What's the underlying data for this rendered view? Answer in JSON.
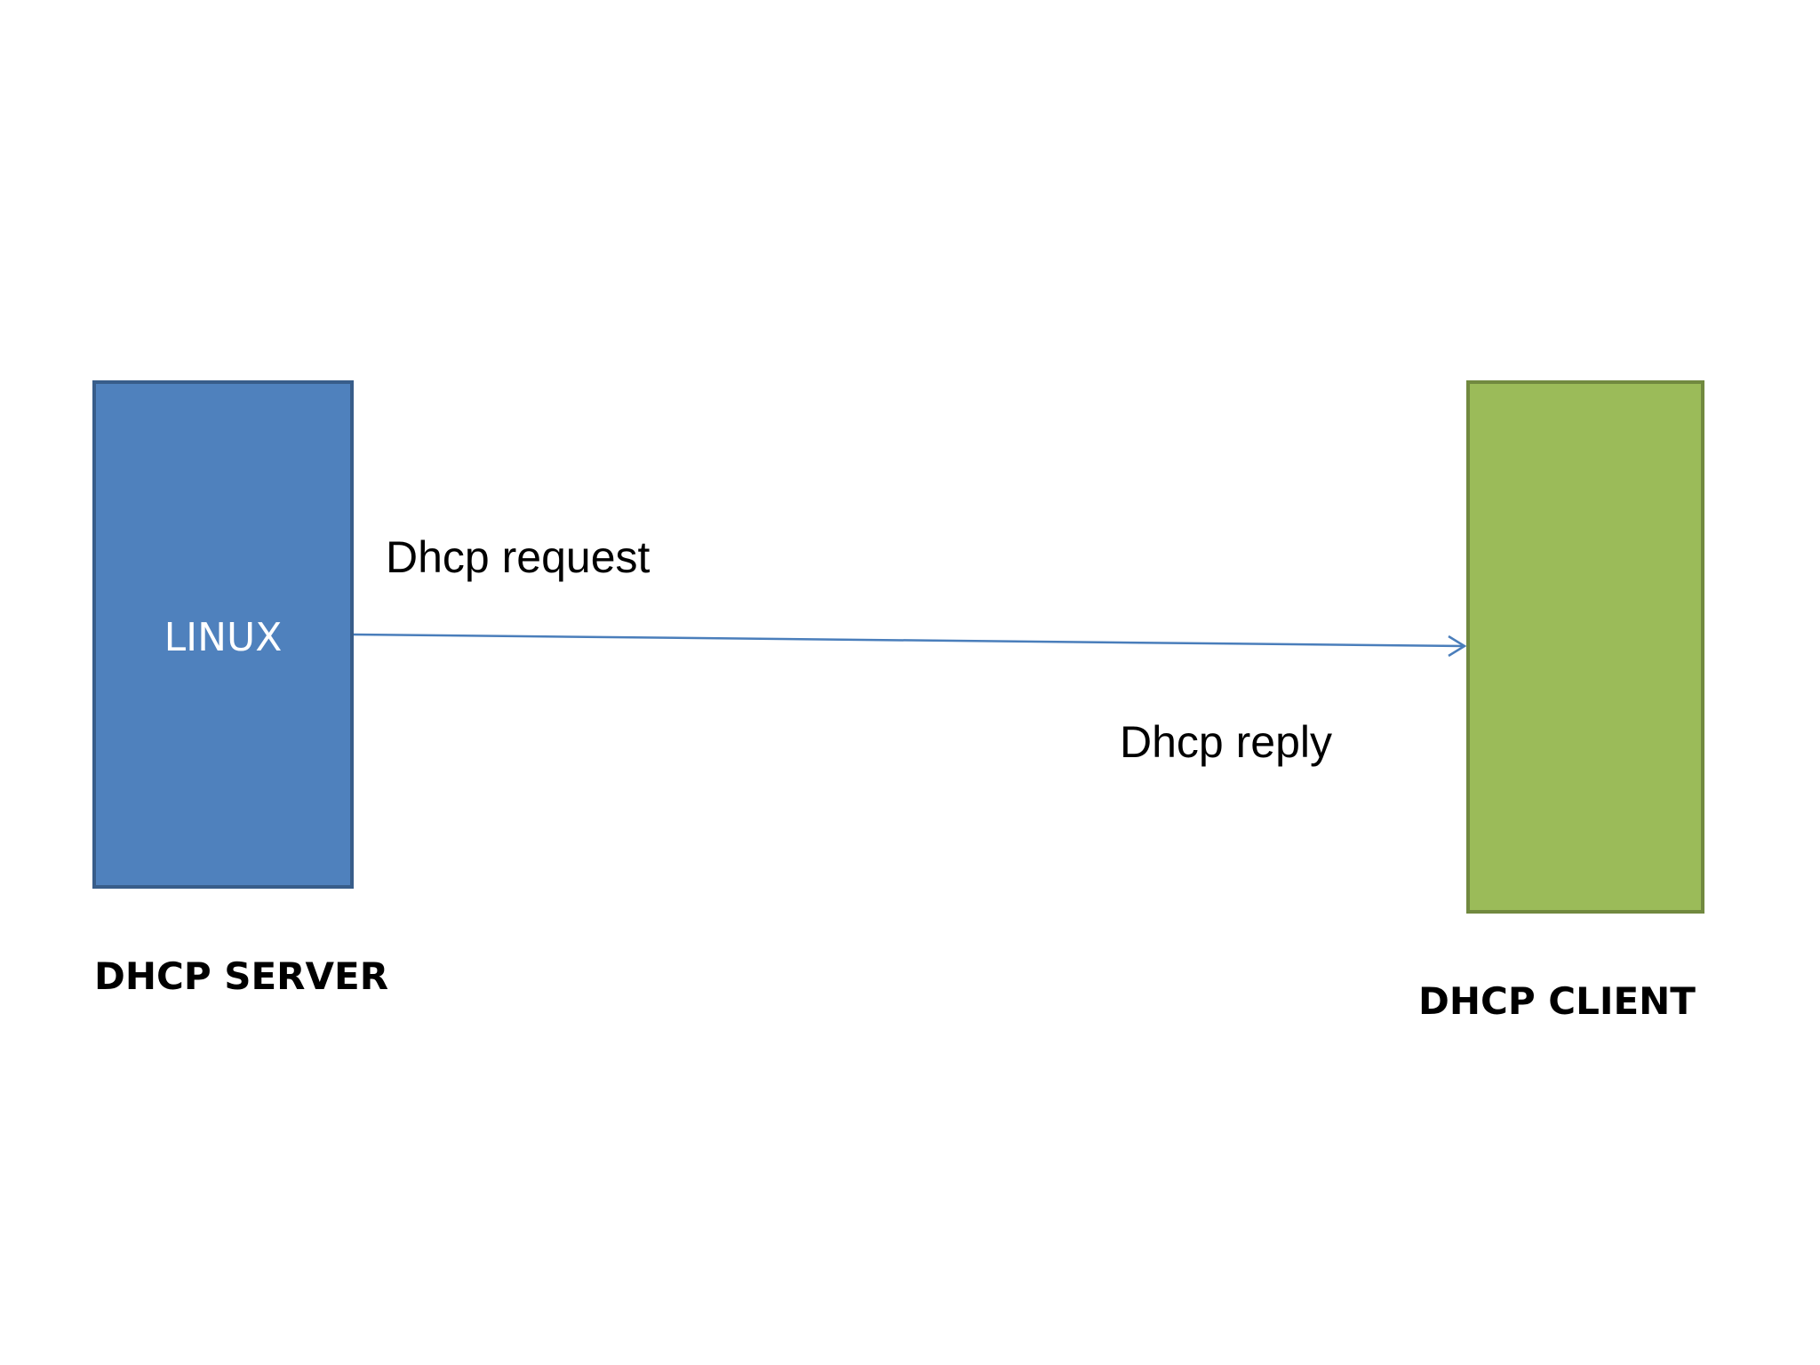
{
  "server": {
    "box_label": "LINUX",
    "caption": "DHCP SERVER",
    "fill_color": "#4f81bd",
    "border_color": "#385d8a"
  },
  "client": {
    "caption": "DHCP CLIENT",
    "fill_color": "#9bbb59",
    "border_color": "#71893f"
  },
  "messages": {
    "request": "Dhcp request",
    "reply": "Dhcp reply"
  },
  "arrow": {
    "color": "#4a7ebb",
    "direction": "server-to-client"
  }
}
